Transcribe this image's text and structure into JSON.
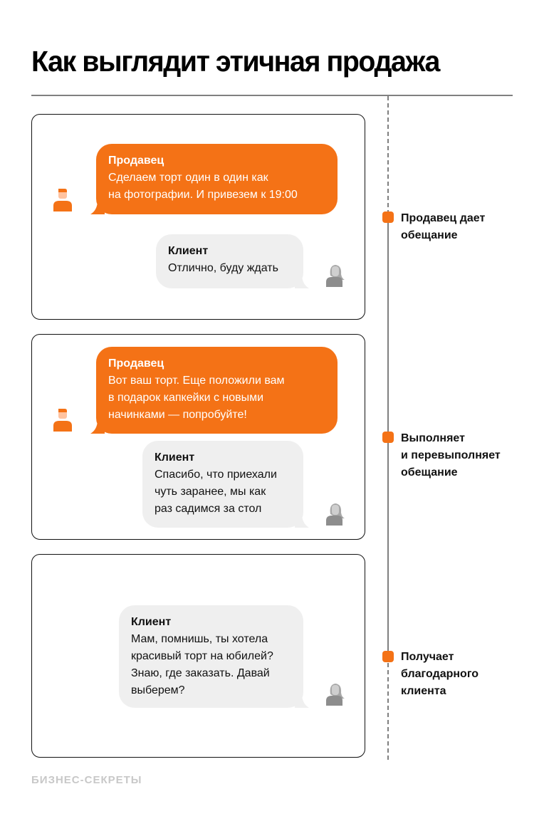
{
  "title": "Как выглядит этичная продажа",
  "colors": {
    "accent": "#f47216",
    "client_bubble": "#efefef",
    "rule": "#808080",
    "footer": "#c8c8c8"
  },
  "cards": [
    {
      "messages": [
        {
          "sender": "Продавец",
          "text": "Сделаем торт один в один как\nна фотографии. И привезем к 19:00",
          "avatar": "seller-avatar-icon"
        },
        {
          "sender": "Клиент",
          "text": "Отлично, буду ждать",
          "avatar": "client-avatar-icon"
        }
      ]
    },
    {
      "messages": [
        {
          "sender": "Продавец",
          "text": "Вот ваш торт. Еще положили вам\nв подарок капкейки с новыми\nначинками — попробуйте!",
          "avatar": "seller-avatar-icon"
        },
        {
          "sender": "Клиент",
          "text": "Спасибо, что приехали\nчуть заранее, мы как\nраз садимся за стол",
          "avatar": "client-avatar-icon"
        }
      ]
    },
    {
      "messages": [
        {
          "sender": "Клиент",
          "text": "Мам, помнишь, ты хотела\nкрасивый торт на юбилей?\nЗнаю, где заказать. Давай\nвыберем?",
          "avatar": "client-avatar-icon"
        }
      ]
    }
  ],
  "timeline": {
    "steps": [
      {
        "label": "Продавец дает\nобещание"
      },
      {
        "label": "Выполняет\nи перевыполняет\nобещание"
      },
      {
        "label": "Получает\nблагодарного\nклиента"
      }
    ]
  },
  "footer": {
    "brand": "БИЗНЕС-СЕКРЕТЫ"
  }
}
